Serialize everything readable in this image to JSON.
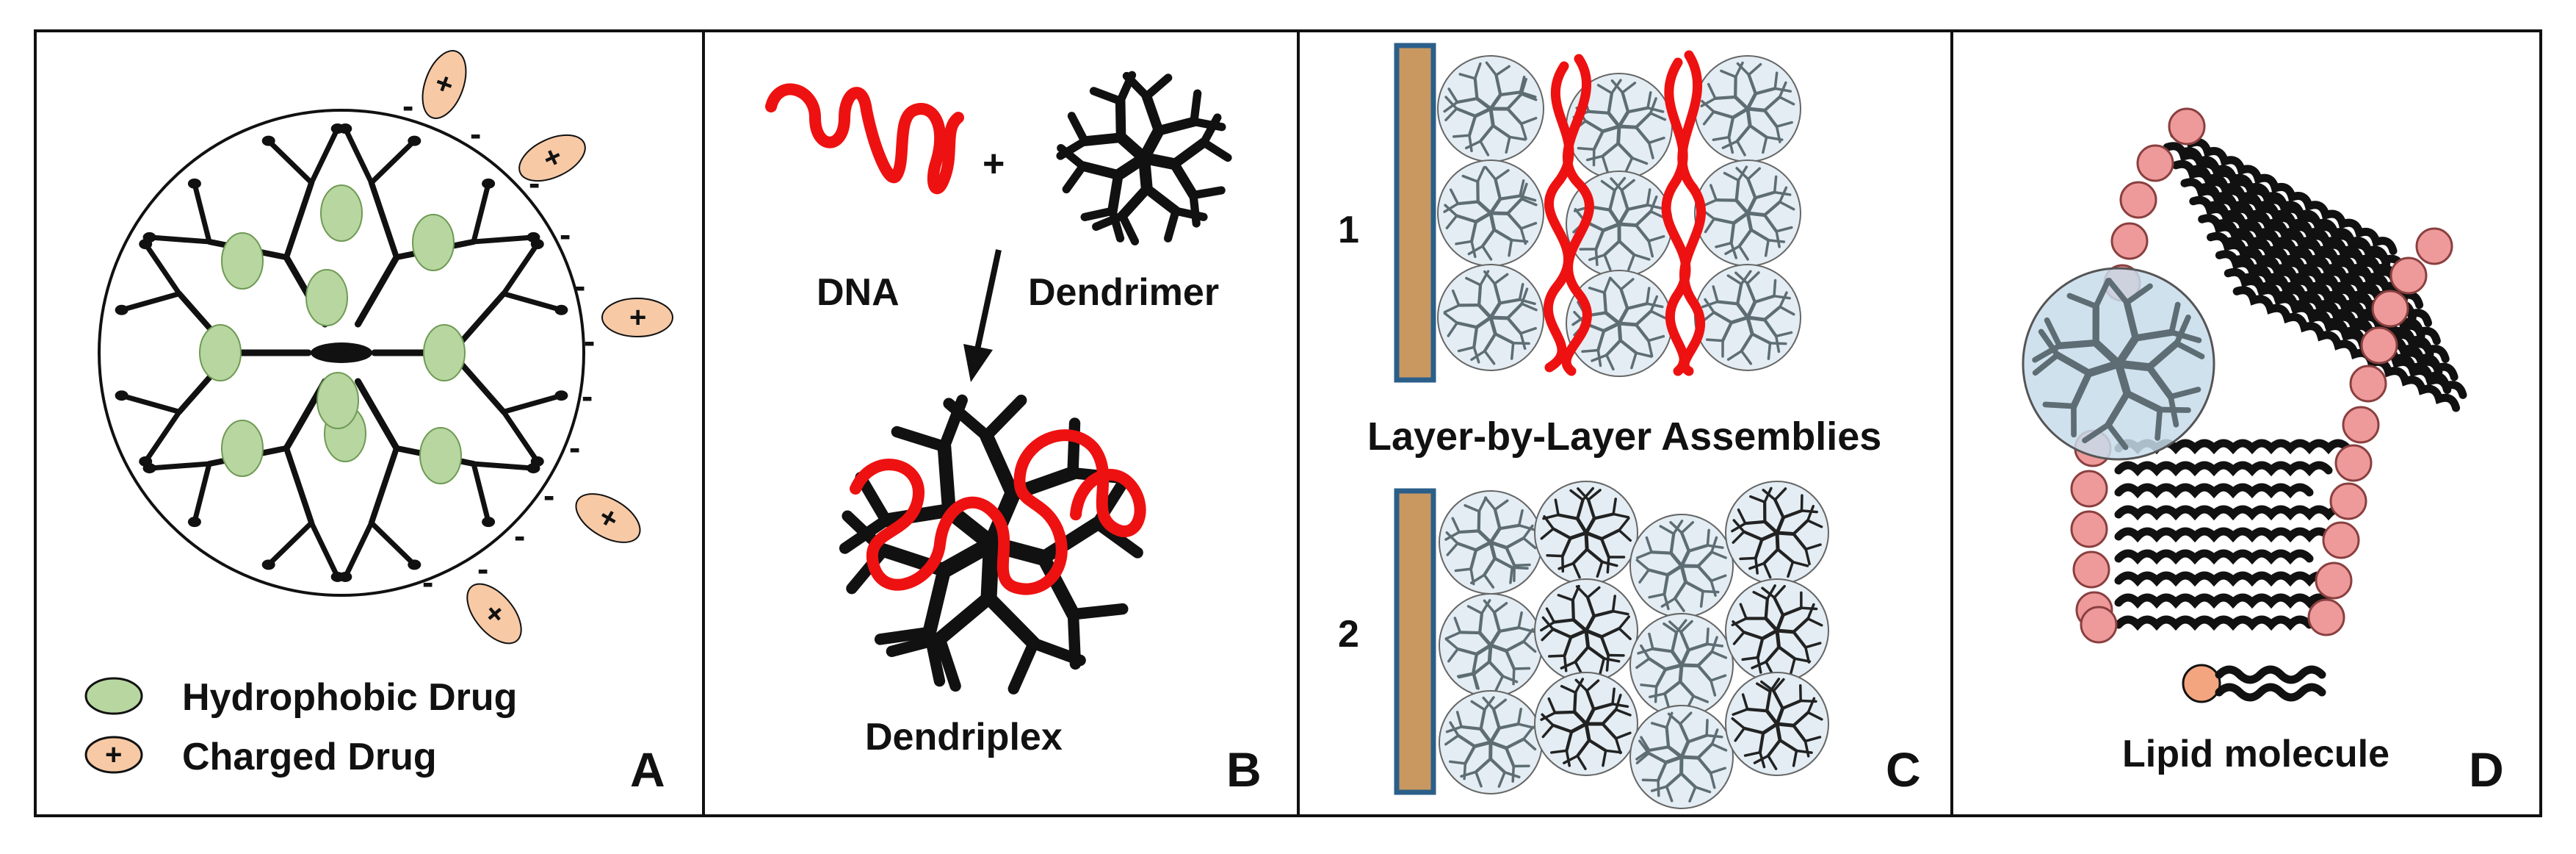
{
  "panels": {
    "A": {
      "letter": "A",
      "legend": {
        "hydrophobic": "Hydrophobic Drug",
        "charged": "Charged Drug",
        "plus": "+"
      },
      "charge_minus": "-",
      "charge_plus": "+"
    },
    "B": {
      "letter": "B",
      "dna": "DNA",
      "plus": "+",
      "dendrimer": "Dendrimer",
      "dendriplex": "Dendriplex"
    },
    "C": {
      "letter": "C",
      "row1": "1",
      "row2": "2",
      "caption": "Layer-by-Layer  Assemblies"
    },
    "D": {
      "letter": "D",
      "lipid": "Lipid molecule"
    }
  },
  "colors": {
    "border": "#111111",
    "dna_red": "#ee1111",
    "drug_green": "#b7d6a0",
    "drug_green_stroke": "#6f9a55",
    "charged_peach": "#f7c9a5",
    "charged_stroke": "#a36a3a",
    "sphere_fill": "#dce8f0",
    "sphere_stroke": "#666666",
    "substrate_fill": "#c99860",
    "substrate_stroke": "#2b5f8a",
    "lipid_head": "#ee9a9a",
    "lipid_head_stroke": "#8a3f3f",
    "lipid_single_head": "#f3a57f",
    "branch_grey": "#5e6d74"
  }
}
